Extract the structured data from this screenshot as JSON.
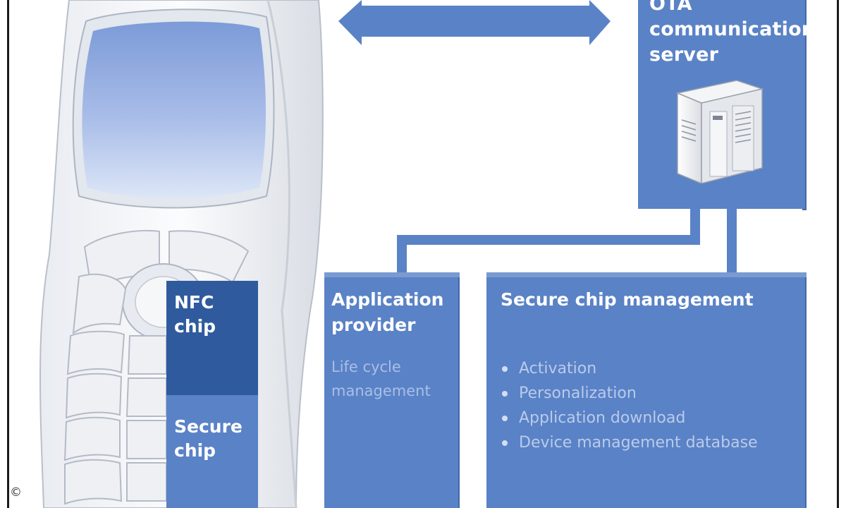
{
  "ota_server": {
    "title_line1": "OTA",
    "title_line2": "communication",
    "title_line3": "server"
  },
  "phone_chips": {
    "nfc_line1": "NFC",
    "nfc_line2": "chip",
    "secure_line1": "Secure",
    "secure_line2": "chip"
  },
  "application_provider": {
    "title_line1": "Application",
    "title_line2": "provider",
    "desc_line1": "Life cycle",
    "desc_line2": "management"
  },
  "secure_chip_management": {
    "title": "Secure chip management",
    "items": [
      "Activation",
      "Personalization",
      "Application download",
      "Device management database"
    ]
  },
  "copyright_symbol": "©",
  "icons": [
    "mobile-phone-illustration",
    "server-icon",
    "bidirectional-arrow-icon"
  ],
  "colors": {
    "box_blue": "#5a82c6",
    "chip_dark_blue": "#2f5b9e",
    "muted_text": "#b9cbeb"
  }
}
